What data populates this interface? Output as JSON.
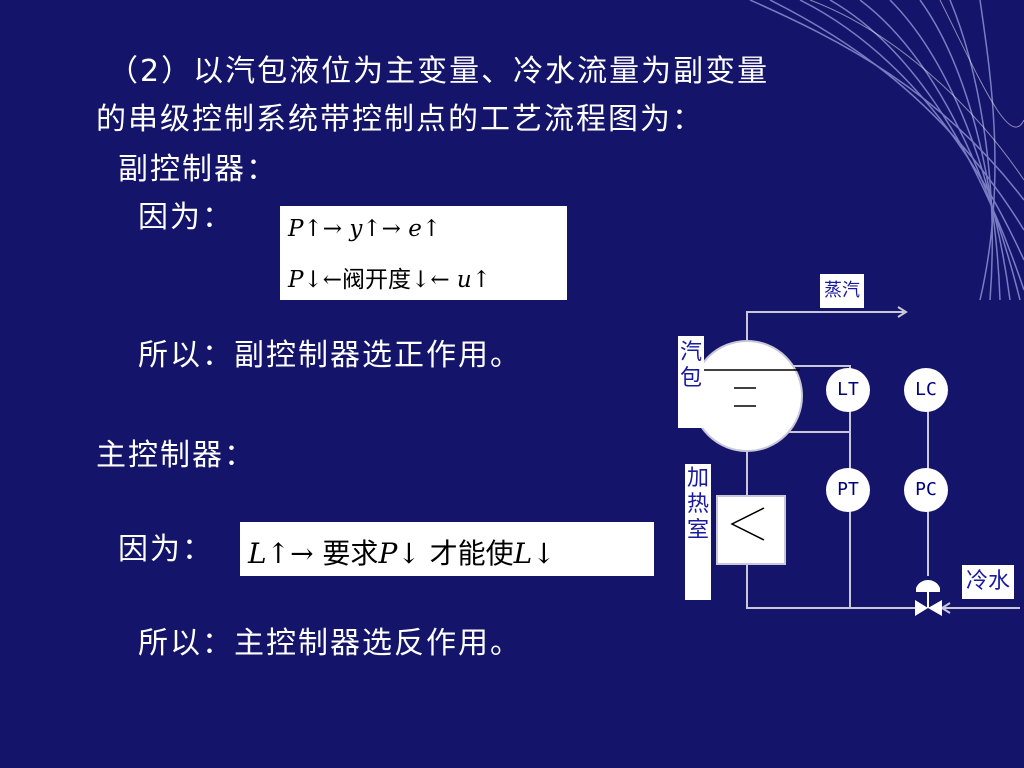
{
  "heading": {
    "line1": "（2）以汽包液位为主变量、冷水流量为副变量",
    "line2": "的串级控制系统带控制点的工艺流程图为："
  },
  "secondary": {
    "title": "副控制器：",
    "because": "因为：",
    "conclusion": "所以：副控制器选正作用。"
  },
  "primary": {
    "title": "主控制器：",
    "because": "因为：",
    "conclusion": "所以：主控制器选反作用。"
  },
  "formula1": {
    "l1": [
      "P",
      "↑",
      "→",
      " y",
      "↑",
      "→",
      " e",
      "↑"
    ],
    "l2": [
      "P",
      "↓",
      "←",
      "阀开度",
      "↓",
      "←",
      " u",
      "↑"
    ]
  },
  "formula2": [
    "L",
    "↑",
    "→",
    " 要求",
    "P",
    "↓",
    " 才能使",
    "L",
    "↓"
  ],
  "diagram": {
    "steam_label": "蒸汽",
    "drum_label": "汽包",
    "heater_label": "加热室",
    "water_label": "冷水",
    "instruments": {
      "lt": "LT",
      "lc": "LC",
      "pt": "PT",
      "pc": "PC"
    },
    "line_color": "#c8c8d8"
  }
}
